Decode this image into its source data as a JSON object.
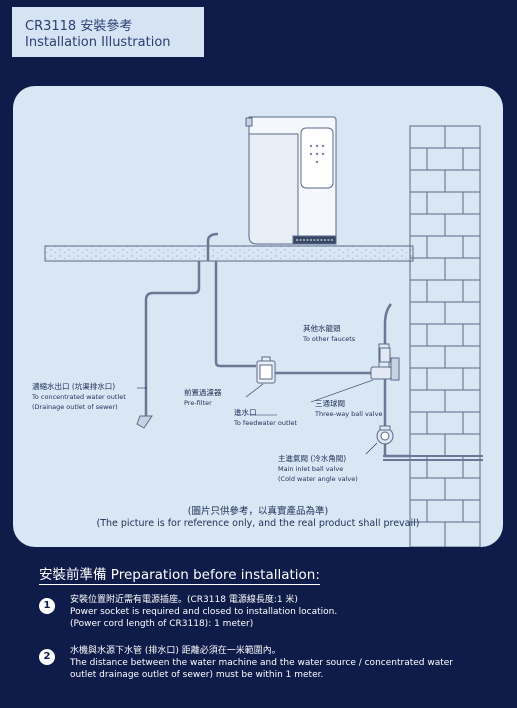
{
  "header": {
    "title_zh": "CR3118 安裝參考",
    "title_en": "Installation Illustration"
  },
  "labels": {
    "other_faucets": {
      "zh": "其他水龍頭",
      "en": "To other faucets"
    },
    "drain_outlet": {
      "zh": "濃縮水出口 (坑渠排水口)",
      "en1": "To concentrated water outlet",
      "en2": "(Drainage outlet of sewer)"
    },
    "prefilter": {
      "zh": "前置過濾器",
      "en": "Pre-filter"
    },
    "three_way": {
      "zh": "三通球閥",
      "en": "Three-way ball valve"
    },
    "feedwater": {
      "zh": "進水口",
      "en": "To feedwater outlet"
    },
    "main_inlet": {
      "zh": "主進氣閥 (冷水角閥)",
      "en1": "Main inlet ball valve",
      "en2": "(Cold water angle valve)"
    }
  },
  "caption": {
    "zh": "(圖片只供參考，以真實產品為準)",
    "en": "(The picture is for reference only, and the real product shall prevail)"
  },
  "preparation": {
    "heading": "安裝前準備 Preparation before installation:",
    "items": [
      {
        "number": "1",
        "zh": "安裝位置附近需有電源插座。(CR3118 電源線長度:1 米)",
        "en1": "Power socket is required and closed to installation location.",
        "en2": "(Power cord length of CR3118): 1 meter)"
      },
      {
        "number": "2",
        "zh": "水機與水源下水管 (排水口) 距離必須在一米範圍內。",
        "en1": "The distance between the water machine and the water source / concentrated water",
        "en2": "outlet drainage outlet of sewer) must be within 1 meter."
      }
    ]
  },
  "colors": {
    "background": "#0f1c4a",
    "panel": "#d9e6f3",
    "title_box": "#d6e3f2",
    "text_dark": "#1d2f58"
  }
}
